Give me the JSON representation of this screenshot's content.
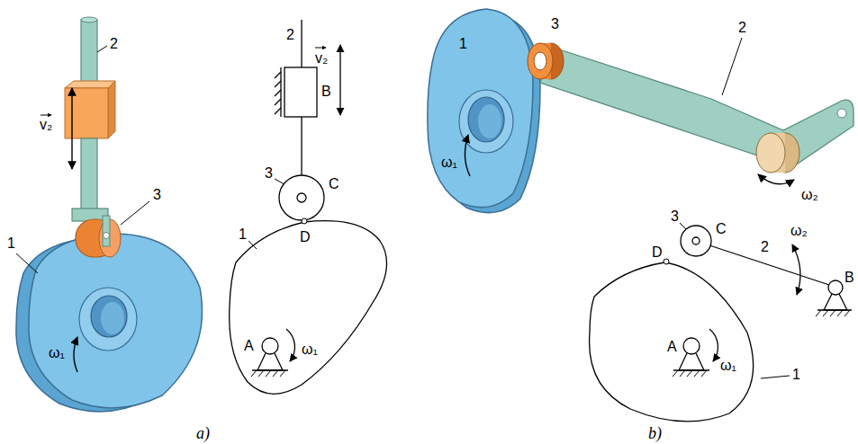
{
  "diagram": {
    "labels": [
      "2",
      "v₂",
      "3",
      "1",
      "ω₁",
      "2",
      "v₂",
      "B",
      "3",
      "C",
      "1",
      "D",
      "A",
      "ω₁",
      "a)",
      "1",
      "3",
      "2",
      "ω₁",
      "ω₂",
      "3",
      "C",
      "2",
      "ω₂",
      "D",
      "B",
      "A",
      "ω₁",
      "1",
      "b)"
    ]
  }
}
